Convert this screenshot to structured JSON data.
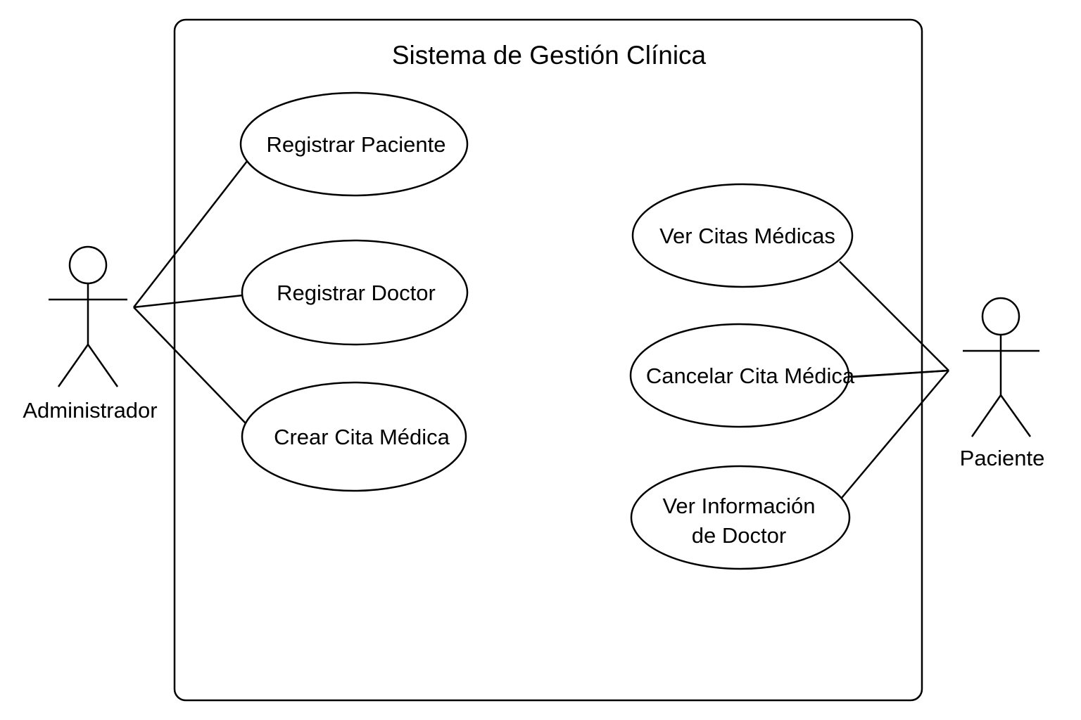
{
  "diagram": {
    "type": "uml-use-case",
    "system": {
      "title": "Sistema de Gestión Clínica"
    },
    "actors": [
      {
        "id": "admin",
        "name": "Administrador"
      },
      {
        "id": "patient",
        "name": "Paciente"
      }
    ],
    "use_cases": [
      {
        "id": "uc1",
        "lines": [
          "Registrar Paciente"
        ]
      },
      {
        "id": "uc2",
        "lines": [
          "Registrar Doctor"
        ]
      },
      {
        "id": "uc3",
        "lines": [
          "Crear Cita Médica"
        ]
      },
      {
        "id": "uc4",
        "lines": [
          "Ver Citas Médicas"
        ]
      },
      {
        "id": "uc5",
        "lines": [
          "Cancelar Cita Médica"
        ]
      },
      {
        "id": "uc6",
        "lines": [
          "Ver Información",
          "de Doctor"
        ]
      }
    ],
    "associations": [
      {
        "actor": "admin",
        "use_case": "uc1"
      },
      {
        "actor": "admin",
        "use_case": "uc2"
      },
      {
        "actor": "admin",
        "use_case": "uc3"
      },
      {
        "actor": "patient",
        "use_case": "uc4"
      },
      {
        "actor": "patient",
        "use_case": "uc5"
      },
      {
        "actor": "patient",
        "use_case": "uc6"
      }
    ],
    "colors": {
      "stroke": "#000000",
      "fill": "#ffffff",
      "background": "#ffffff"
    }
  }
}
